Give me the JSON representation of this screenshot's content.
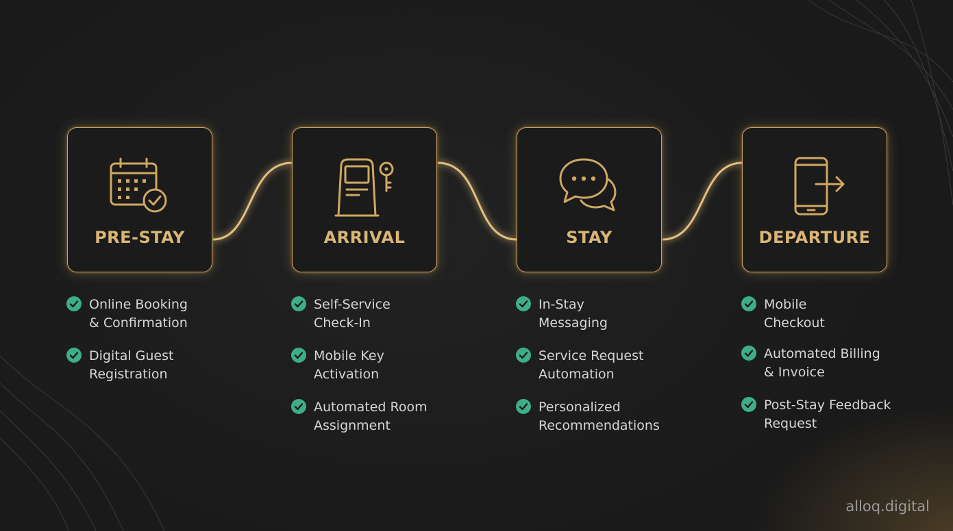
{
  "colors": {
    "gold": "#c9a25f",
    "gold_text": "#d9b576",
    "check_green": "#3fae86",
    "item_text": "#d6d6d6",
    "background": "#1d1d1d"
  },
  "stages": [
    {
      "title": "PRE-STAY",
      "icon": "calendar-check-icon",
      "items": [
        "Online Booking\n& Confirmation",
        "Digital Guest\nRegistration"
      ]
    },
    {
      "title": "ARRIVAL",
      "icon": "kiosk-key-icon",
      "items": [
        "Self-Service\nCheck-In",
        "Mobile Key\nActivation",
        "Automated Room\nAssignment"
      ]
    },
    {
      "title": "STAY",
      "icon": "chat-bubbles-icon",
      "items": [
        "In-Stay\nMessaging",
        "Service Request\nAutomation",
        "Personalized\nRecommendations"
      ]
    },
    {
      "title": "DEPARTURE",
      "icon": "phone-exit-icon",
      "items": [
        "Mobile\nCheckout",
        "Automated Billing\n& Invoice",
        "Post-Stay Feedback\nRequest"
      ]
    }
  ],
  "brand": "alloq.digital"
}
